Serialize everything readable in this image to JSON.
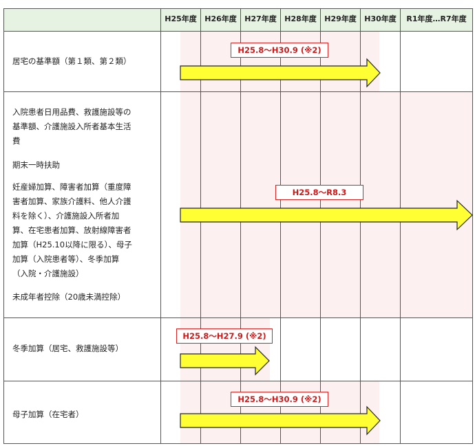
{
  "header": {
    "periods": [
      "H25年度",
      "H26年度",
      "H27年度",
      "H28年度",
      "H29年度",
      "H30年度",
      "R1年度…R7年度"
    ]
  },
  "rows": [
    {
      "label_lines": [
        "居宅の基準額（第１類、第２類）"
      ],
      "period_label": "H25.8～H30.9 (※2)"
    },
    {
      "label_groups": [
        [
          "入院患者日用品費、救護施設等の",
          "基準額、介護施設入所者基本生活",
          "費"
        ],
        [
          "期末一時扶助"
        ],
        [
          "妊産婦加算、障害者加算（重度障",
          "害者加算、家族介護料、他人介護",
          "料を除く）、介護施設入所者加",
          "算、在宅患者加算、放射線障害者",
          "加算（H25.10以降に限る）、母子",
          "加算（入院患者等）、冬季加算",
          "（入院・介護施設）"
        ],
        [
          "未成年者控除（20歳未満控除）"
        ]
      ],
      "period_label": "H25.8～R8.3"
    },
    {
      "label_lines": [
        "冬季加算（居宅、救護施設等）"
      ],
      "period_label": "H25.8～H27.9 (※2)"
    },
    {
      "label_lines": [
        "母子加算（在宅者）"
      ],
      "period_label": "H25.8～H30.9 (※2)"
    }
  ],
  "colors": {
    "header_bg": "#e6f2e2",
    "highlight_bg": "#fdf0f0",
    "arrow_fill": "#ffff33",
    "arrow_stroke": "#222222",
    "badge_border": "#dd2222",
    "badge_text": "#d01818",
    "grid_line": "#555555"
  }
}
